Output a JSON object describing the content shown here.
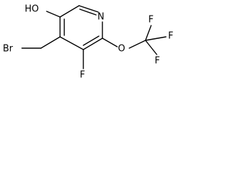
{
  "molecule": {
    "atoms": {
      "hydroxyl": "HO",
      "ring_nitrogen": "N",
      "bromine": "Br",
      "ring_fluorine": "F",
      "ether_oxygen": "O",
      "cf3_fluorine_top": "F",
      "cf3_fluorine_right": "F",
      "cf3_fluorine_bottom": "F"
    }
  }
}
